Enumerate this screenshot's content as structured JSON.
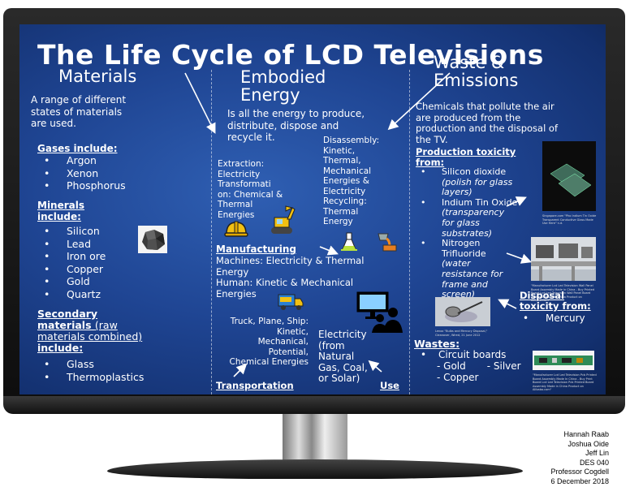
{
  "title": "The Life Cycle of LCD Televisions",
  "materials": {
    "heading": "Materials",
    "intro": [
      "A range of different",
      "states of materials",
      "are used."
    ],
    "gases_heading": "Gases include:",
    "gases": [
      "Argon",
      "Xenon",
      "Phosphorus"
    ],
    "minerals_heading": [
      "Minerals",
      "include:"
    ],
    "minerals": [
      "Silicon",
      "Lead",
      "Iron ore",
      "Copper",
      "Gold",
      "Quartz"
    ],
    "secondary_heading": [
      "Secondary",
      "materials",
      "(raw",
      "materials combined)",
      "include:"
    ],
    "secondary": [
      "Glass",
      "Thermoplastics"
    ]
  },
  "embodied": {
    "heading": [
      "Embodied",
      "Energy"
    ],
    "intro": [
      "Is all the energy to produce,",
      "distribute, dispose and",
      "recycle it."
    ],
    "extraction": [
      "Extraction:",
      "Electricity",
      "Transformati",
      "on: Chemical &",
      "Thermal",
      "Energies"
    ],
    "disassembly": [
      "Disassembly:",
      "Kinetic,",
      "Thermal,",
      "Mechanical",
      "Energies &",
      "Electricity",
      "Recycling:",
      "Thermal",
      "Energy"
    ],
    "manufacturing_heading": "Manufacturing",
    "manufacturing": [
      "Machines: Electricity & Thermal",
      "Energy",
      "Human: Kinetic & Mechanical",
      "Energies"
    ],
    "transport": [
      "Truck, Plane, Ship:",
      "Kinetic,",
      "Mechanical,",
      "Potential,",
      "Chemical Energies"
    ],
    "use_text": [
      "Electricity",
      "(from",
      "Natural",
      "Gas, Coal,",
      "or Solar)"
    ],
    "transportation_label": "Transportation",
    "use_label": "Use"
  },
  "waste": {
    "heading": [
      "Waste &",
      "Emissions"
    ],
    "intro": [
      "Chemicals that pollute the air",
      "are produced from the",
      "production and the disposal of",
      "the TV."
    ],
    "production_heading": [
      "Production toxicity",
      "from:"
    ],
    "items": [
      {
        "name": "Silicon dioxide",
        "detail": [
          "(polish for glass",
          "layers)"
        ]
      },
      {
        "name": "Indium Tin Oxide",
        "detail": [
          "(transparency",
          "for glass",
          "substrates)"
        ]
      },
      {
        "name": "Nitrogen",
        "name2": "Trifluoride",
        "detail": [
          "(water",
          "resistance for",
          "frame and",
          "screen)"
        ]
      }
    ],
    "disposal_heading": [
      "Disposal",
      "toxicity from:"
    ],
    "disposal": [
      "Mercury"
    ],
    "wastes_heading": "Wastes:",
    "wastes": [
      "Circuit boards"
    ],
    "wastes_sub": [
      "- Gold",
      "- Silver",
      "- Copper"
    ]
  },
  "captions": {
    "glass": "Singapore.com \"Pho Indium Tin Oxide Transparent Conductive Glass Made Use Here\" n.d.",
    "factory": "\"Manufacturer Lcd Led Television Wall Panel Board Assembly Made in China - Buy Printed Board Lcd Led Television Wall Panel Board Assembly Made in China Product on Alibaba.com\"",
    "lamp": "Lenox \"Bulbs and Mercury Disposal,\" Cleanover, Wired, 21 June 2012",
    "board": "\"Manufacturer Lcd Led Television Pcb Printed Board Assembly Made In China - Buy Print Board Lcd Led Television Pcb Printed Board Assembly Made in China Product on Alibaba.com\""
  },
  "credits": [
    "Hannah Raab",
    "Joshua Oide",
    "Jeff Lin",
    "DES 040",
    "Professor Cogdell",
    "6 December 2018"
  ],
  "colors": {
    "screen": "#1f4593",
    "text": "#ffffff",
    "bezel": "#111111"
  },
  "icons": [
    "rock-icon",
    "hard-hat-icon",
    "excavator-icon",
    "chemistry-flask-icon",
    "factory-pour-icon",
    "truck-icon",
    "computer-user-icon",
    "glass-panel-image",
    "factory-line-image",
    "lamp-image",
    "circuit-board-image"
  ]
}
